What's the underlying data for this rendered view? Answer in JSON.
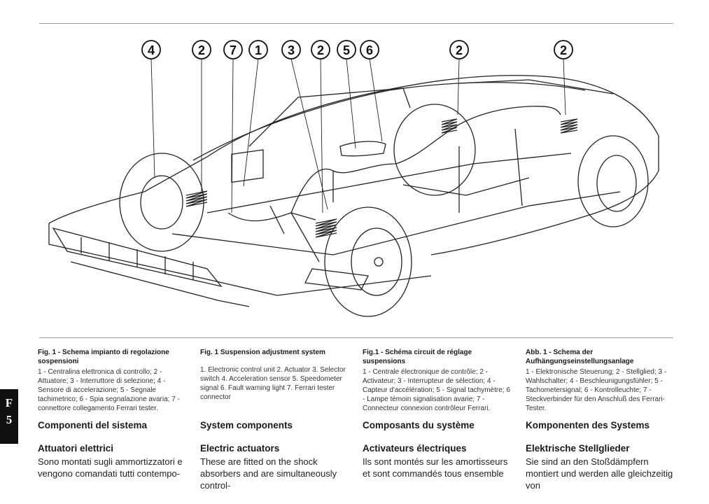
{
  "figure": {
    "callouts": [
      "4",
      "2",
      "7",
      "1",
      "3",
      "2",
      "5",
      "6",
      "2",
      "2"
    ]
  },
  "captions": {
    "it": {
      "title": "Fig. 1 - Schema impianto di regolazione sospensioni",
      "body": "1 - Centralina elettronica di controllo; 2 - Attuatore; 3 - Interruttore di selezione; 4 - Sensore di accelerazione; 5 - Segnale tachimetrico; 6 - Spia segnalazione avaria; 7 - connettore collegamento Ferrari tester."
    },
    "en": {
      "title": "Fig. 1 Suspension adjustment system",
      "body": "1. Electronic control unit 2. Actuator 3. Selector switch 4. Acceleration sensor 5. Speedometer signal 6. Fault warning light 7. Ferrari tester connector"
    },
    "fr": {
      "title": "Fig.1 - Schéma circuit de réglage suspensions",
      "body": "1 - Centrale électronique de contrôle; 2 - Activateur; 3 - Interrupteur de sélection; 4 - Capteur d'accélération; 5 - Signal tachymètre; 6 - Lampe témoin signalisation avarie; 7 - Connecteur connexion contrôleur Ferrari."
    },
    "de": {
      "title": "Abb. 1 - Schema der Aufhängungseinstellungsanlage",
      "body": "1 - Elektronische Steuerung; 2 - Stellglied; 3 - Wahlschalter; 4 - Beschleunigungsfühler; 5 - Tachometersignal; 6 - Kontrolleuchte; 7 - Steckverbinder für den Anschluß des Ferrari-Tester."
    }
  },
  "sections": {
    "it": {
      "heading": "Componenti del sistema",
      "subheading": "Attuatori elettrici",
      "text": "Sono montati sugli ammortizzatori e vengono comandati tutti contempo-"
    },
    "en": {
      "heading": "System components",
      "subheading": "Electric actuators",
      "text": "These are fitted on the shock absorbers and are simultaneously control-"
    },
    "fr": {
      "heading": "Composants du système",
      "subheading": "Activateurs électriques",
      "text": "Ils sont montés sur les amortisseurs et sont commandés tous ensemble"
    },
    "de": {
      "heading": "Komponenten des Systems",
      "subheading": "Elektrische Stellglieder",
      "text": "Sie sind an den Stoßdämpfern montiert und werden alle gleichzeitig von"
    }
  },
  "side_tab": {
    "letter": "F",
    "number": "5"
  }
}
